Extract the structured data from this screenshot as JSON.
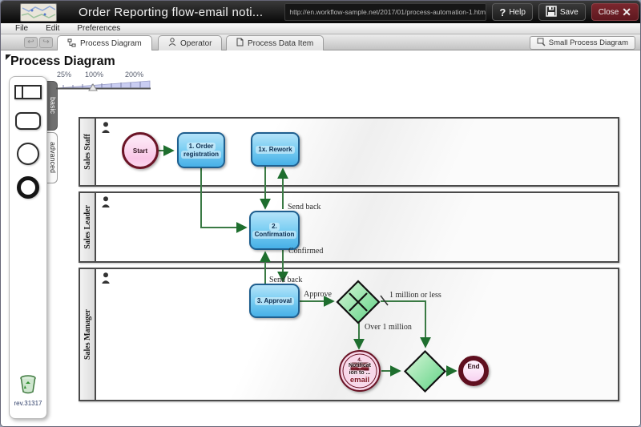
{
  "window": {
    "title": "Order Reporting flow-email noti...",
    "url": "http://en.workflow-sample.net/2017/01/process-automation-1.html",
    "help_label": "Help",
    "save_label": "Save",
    "close_label": "Close"
  },
  "glyphs": {
    "question": "?",
    "close_x": "✕",
    "undo": "↩",
    "redo": "↪"
  },
  "menu": {
    "items": [
      {
        "label": "File"
      },
      {
        "label": "Edit"
      },
      {
        "label": "Preferences"
      }
    ]
  },
  "tabs": {
    "process_diagram": "Process Diagram",
    "operator": "Operator",
    "process_data_item": "Process Data Item",
    "small_process_diagram": "Small Process Diagram"
  },
  "main": {
    "heading": "Process Diagram",
    "revision": "rev.31317",
    "zoom_labels": {
      "min": "25%",
      "mid": "100%",
      "max": "200%"
    }
  },
  "palette": {
    "tabs": {
      "basic": "basic",
      "advanced": "advanced"
    }
  },
  "diagram": {
    "lanes": [
      {
        "label": "Sales Staff"
      },
      {
        "label": "Sales Leader"
      },
      {
        "label": "Sales Manager"
      }
    ],
    "nodes": {
      "start": "Start",
      "order_registration_l1": "1. Order",
      "order_registration_l2": "registration",
      "rework": "1x. Rework",
      "confirmation_l1": "2.",
      "confirmation_l2": "Confirmation",
      "approval": "3. Approval",
      "notification_l1": "4.",
      "notification_l2": "Notificat",
      "notification_l3": "ion to ...",
      "notification_l4": "email",
      "end": "End"
    },
    "edge_labels": {
      "send_back_to_rework": "Send back",
      "confirmed": "Confirmed",
      "send_back_to_confirmation": "Send back",
      "approve": "Approve",
      "million_or_less": "1 million or less",
      "over_1_million": "Over 1 million"
    }
  },
  "colors": {
    "task_fill_top": "#b4e3f9",
    "task_fill_bottom": "#47b0e7",
    "task_border": "#1f5f8f",
    "event_border": "#6b1426",
    "event_fill": "#f9c6e7",
    "gateway_fill": "#7ede9a",
    "connector": "#2e7a3c",
    "close_button": "#6e1f26",
    "titlebar": "#1a1a1a"
  }
}
